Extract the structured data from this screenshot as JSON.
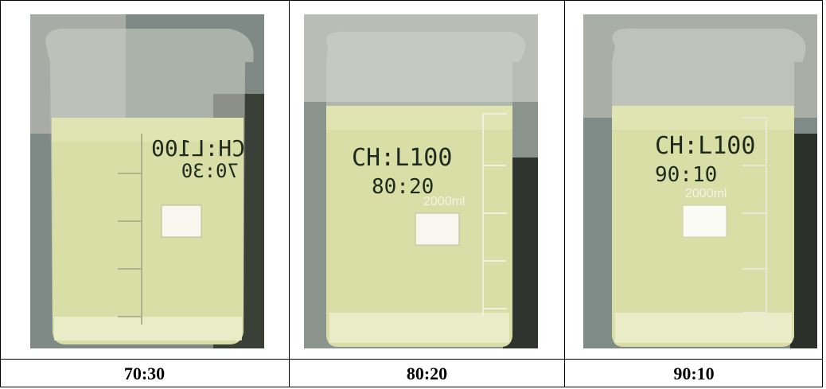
{
  "panels": [
    {
      "caption": "70:30",
      "label_line1": "CH:L100",
      "label_line2": "70:30",
      "mirrored": true
    },
    {
      "caption": "80:20",
      "label_line1": "CH:L100",
      "label_line2": "80:20",
      "volume": "2000ml",
      "mirrored": false
    },
    {
      "caption": "90:10",
      "label_line1": "CH:L100",
      "label_line2": "90:10",
      "volume": "2000ml",
      "mirrored": false
    }
  ],
  "colors": {
    "liquid": "#d8dea6",
    "liquid_top": "#e3e7b8",
    "sediment": "#eef0cf",
    "background_dark": "#3a3f38",
    "background_light": "#c9cbc3"
  }
}
